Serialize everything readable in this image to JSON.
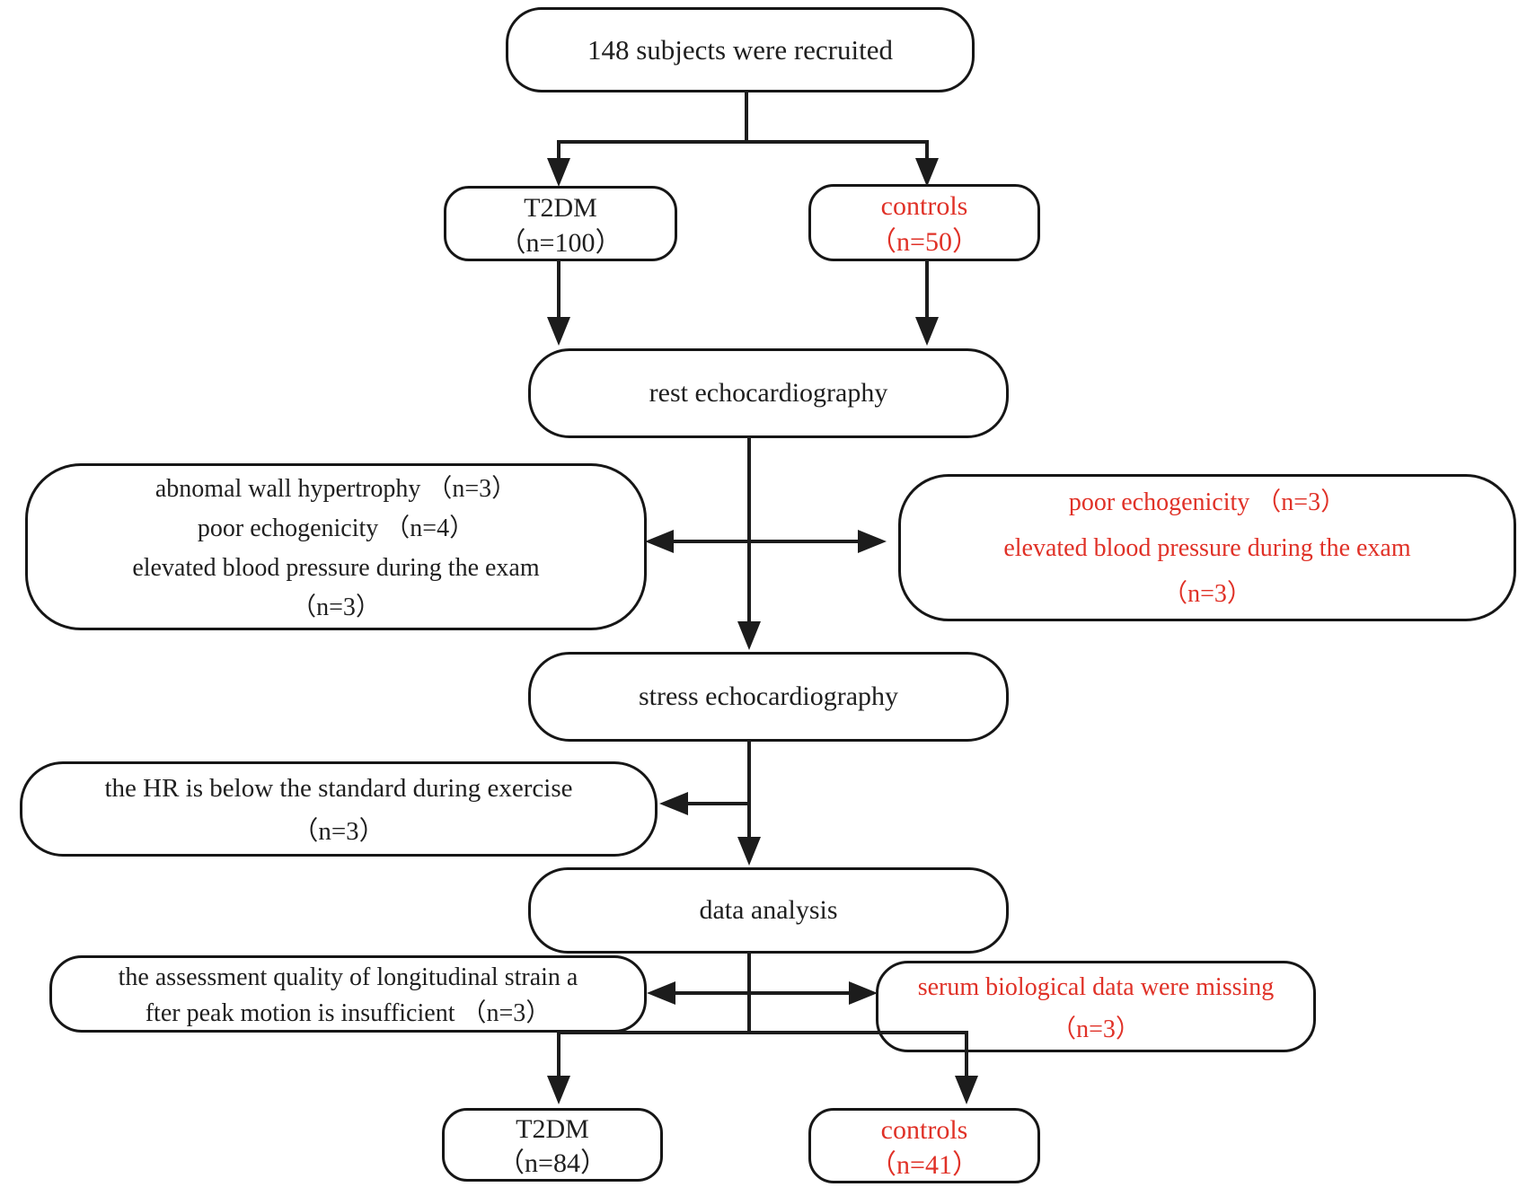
{
  "nodes": {
    "recruited": {
      "label": "148 subjects were recruited"
    },
    "t2dm_initial": {
      "line1": "T2DM",
      "line2": "（n=100）"
    },
    "controls_initial": {
      "line1": "controls",
      "line2": "（n=50）"
    },
    "rest_echo": {
      "label": "rest echocardiography"
    },
    "rest_excl_t2dm": {
      "line1": "abnomal wall hypertrophy （n=3）",
      "line2": "poor echogenicity （n=4）",
      "line3": "elevated blood pressure during the exam",
      "line4": "（n=3）"
    },
    "rest_excl_controls": {
      "line1": "poor echogenicity （n=3）",
      "line2": "elevated blood pressure during the exam",
      "line3": "（n=3）"
    },
    "stress_echo": {
      "label": "stress echocardiography"
    },
    "stress_excl": {
      "line1": "the HR is below the standard during exercise",
      "line2": "（n=3）"
    },
    "data_analysis": {
      "label": "data analysis"
    },
    "data_excl_t2dm": {
      "line1": "the assessment quality of longitudinal strain a",
      "line2": "fter peak motion is insufficient （n=3）"
    },
    "data_excl_controls": {
      "line1": "serum biological data were missing",
      "line2": "（n=3）"
    },
    "t2dm_final": {
      "line1": "T2DM",
      "line2": "（n=84）"
    },
    "controls_final": {
      "line1": "controls",
      "line2": "（n=41）"
    }
  },
  "colors": {
    "node_text_black": "#1f1f1f",
    "node_text_red": "#e03127",
    "line_color": "#1c1c1c",
    "background": "#ffffff"
  }
}
